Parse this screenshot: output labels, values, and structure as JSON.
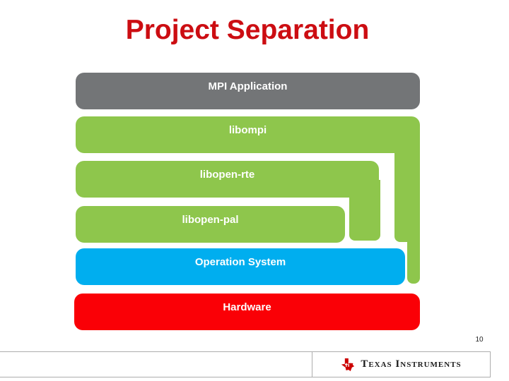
{
  "slide": {
    "title": "Project Separation",
    "title_color": "#CC0D12",
    "background_color": "#FFFFFF",
    "page_number": "10"
  },
  "diagram": {
    "layers": [
      {
        "label": "MPI Application",
        "color": "#737577",
        "text_color": "#FFFFFF"
      },
      {
        "label": "libompi",
        "color": "#8EC64C",
        "text_color": "#FFFFFF"
      },
      {
        "label": "libopen-rte",
        "color": "#8EC64C",
        "text_color": "#FFFFFF"
      },
      {
        "label": "libopen-pal",
        "color": "#8EC64C",
        "text_color": "#FFFFFF"
      },
      {
        "label": "Operation System",
        "color": "#00AEEF",
        "text_color": "#FFFFFF"
      },
      {
        "label": "Hardware",
        "color": "#FA0006",
        "text_color": "#FFFFFF"
      }
    ]
  },
  "footer": {
    "brand": "Texas Instruments",
    "brand_color": "#CC0000",
    "logo_icon": "texas-instruments-texas-map-icon",
    "border_color": "#ADADAD"
  }
}
